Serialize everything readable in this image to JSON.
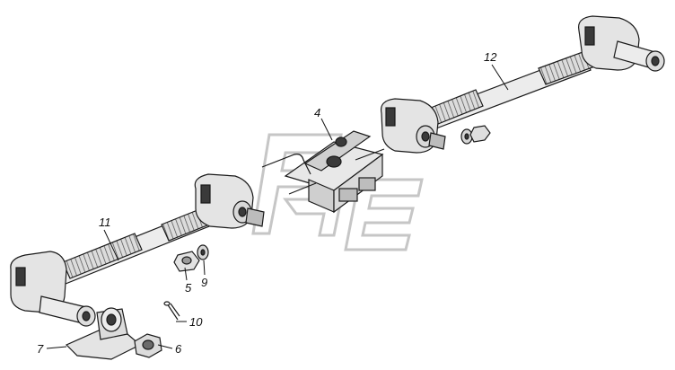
{
  "callouts": [
    {
      "id": "c11",
      "text": "11"
    },
    {
      "id": "c12",
      "text": "12"
    },
    {
      "id": "c4",
      "text": "4"
    },
    {
      "id": "c5",
      "text": "5"
    },
    {
      "id": "c9",
      "text": "9"
    },
    {
      "id": "c10",
      "text": "10"
    },
    {
      "id": "c7",
      "text": "7"
    },
    {
      "id": "c6",
      "text": "6"
    }
  ],
  "colors": {
    "rod": "#ececec",
    "joint": "#e4e4e4",
    "dark": "#3a3a3a",
    "line": "#111111",
    "watermark": "#c6c6c6"
  }
}
